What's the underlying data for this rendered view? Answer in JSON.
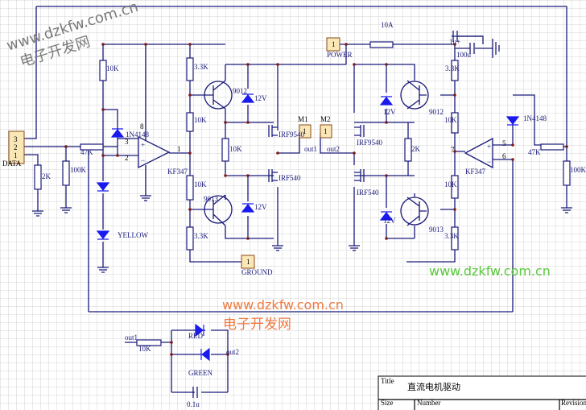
{
  "connectors": {
    "data": {
      "label": "DATA",
      "pins": [
        "3",
        "2",
        "1"
      ]
    },
    "power": {
      "label": "POWER",
      "pin": "1"
    },
    "ground": {
      "label": "GROUND",
      "pin": "1"
    },
    "m1": {
      "label": "M1",
      "pin": "1",
      "net": "out1"
    },
    "m2": {
      "label": "M2",
      "pin": "1",
      "net": "out2"
    }
  },
  "components": {
    "r_10k_a": "10K",
    "r_47k_l": "47K",
    "r_2k_l": "2K",
    "r_100k_l": "100K",
    "d_1n4148_l": "1N4148",
    "led_yellow": "YELLOW",
    "opamp_l": "KF347",
    "opamp_l_pins": [
      "3",
      "2",
      "1",
      "8",
      "4"
    ],
    "r_33k_lt": "3.3K",
    "r_10k_lt": "10K",
    "r_10k_lb": "10K",
    "r_33k_lb": "3.3K",
    "q_9012_l": "9012",
    "q_9013_l": "9013",
    "z_12v_lt": "12V",
    "z_12v_lb": "12V",
    "r_10k_lm": "10K",
    "fet_9540_l": "IRF9540",
    "fet_540_l": "IRF540",
    "fuse": "10A",
    "c_1u": "1u+",
    "c_100u": "100u",
    "fet_9540_r": "IRF9540",
    "fet_540_r": "IRF540",
    "z_12v_rt": "12V",
    "z_12v_rb": "12V",
    "r_2k_rm": "2K",
    "q_9012_r": "9012",
    "q_9013_r": "9013",
    "r_33k_rt": "3.3K",
    "r_10k_rt": "10K",
    "r_10k_rb": "10K",
    "r_33k_rb": "3.3K",
    "opamp_r": "KF347",
    "opamp_r_pins": [
      "5",
      "6",
      "7"
    ],
    "d_1n4148_r": "1N4148",
    "r_47k_r": "47K",
    "r_100k_r": "100K",
    "led_net_in": "out1",
    "led_net_out": "out2",
    "r_10k_led": "10K",
    "led_red": "RED",
    "led_green": "GREEN",
    "c_01u": "0.1u"
  },
  "title_block": {
    "title_label": "Title",
    "title": "直流电机驱动",
    "size_label": "Size",
    "number_label": "Number",
    "revision_label": "Revision"
  },
  "watermarks": {
    "url": "www.dzkfw.com.cn",
    "name": "电子开发网",
    "colors": {
      "gray": "#7a7a7a",
      "orange": "#f07a40",
      "green": "#5ac83c"
    }
  },
  "colors": {
    "wire": "#1a1a7a",
    "diode": "#1a1aee",
    "connector": "#f9e7b6",
    "grid": "#c8c8c8"
  }
}
